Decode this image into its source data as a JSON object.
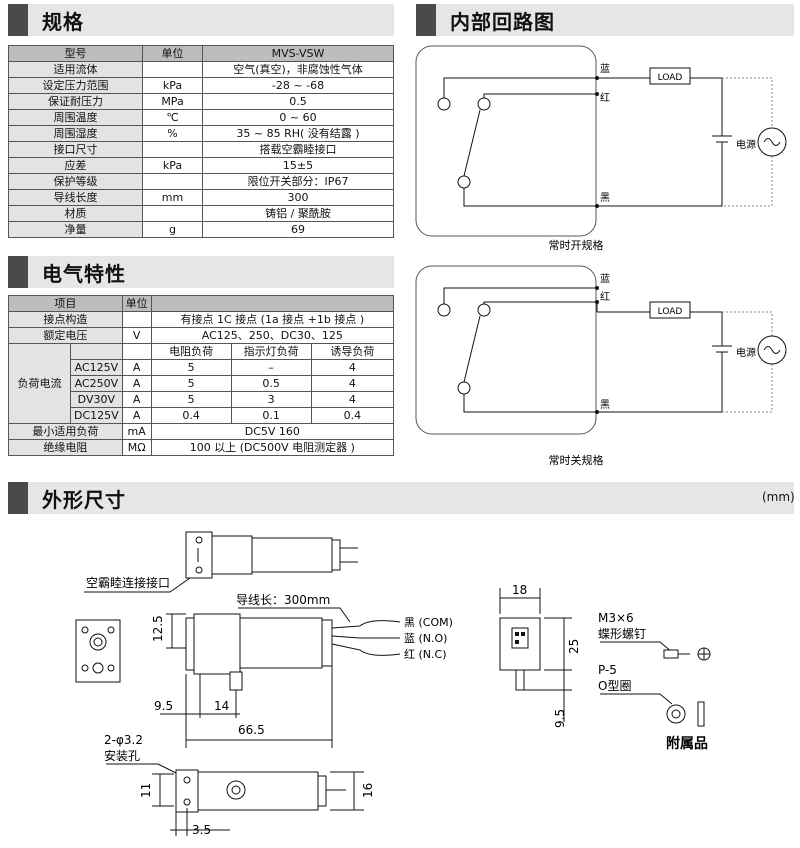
{
  "sections": {
    "spec": "规格",
    "circuit": "内部回路图",
    "electrical": "电气特性",
    "dimensions": "外形尺寸"
  },
  "unit_mm": "(mm)",
  "spec_table": {
    "header": [
      "型号",
      "单位",
      "MVS-VSW"
    ],
    "rows": [
      [
        "适用流体",
        "",
        "空气(真空)，非腐蚀性气体"
      ],
      [
        "设定压力范围",
        "kPa",
        "-28 ~ -68"
      ],
      [
        "保证耐压力",
        "MPa",
        "0.5"
      ],
      [
        "周围温度",
        "℃",
        "0 ~ 60"
      ],
      [
        "周围湿度",
        "%",
        "35 ~ 85   RH( 没有结露 )"
      ],
      [
        "接口尺寸",
        "",
        "搭载空霸睦接口"
      ],
      [
        "应差",
        "kPa",
        "15±5"
      ],
      [
        "保护等级",
        "",
        "限位开关部分：IP67"
      ],
      [
        "导线长度",
        "mm",
        "300"
      ],
      [
        "材质",
        "",
        "铸铝 / 聚酰胺"
      ],
      [
        "净量",
        "g",
        "69"
      ]
    ]
  },
  "elec_table": {
    "header": [
      "项目",
      "单位",
      ""
    ],
    "contact": [
      "接点构造",
      "",
      "有接点 1C 接点 (1a 接点 +1b 接点 )"
    ],
    "voltage": [
      "额定电压",
      "V",
      "AC125、250、DC30、125"
    ],
    "load_types": [
      "电阻负荷",
      "指示灯负荷",
      "诱导负荷"
    ],
    "current_label": "负荷电流",
    "current_rows": [
      [
        "AC125V",
        "A",
        "5",
        "–",
        "4"
      ],
      [
        "AC250V",
        "A",
        "5",
        "0.5",
        "4"
      ],
      [
        "DV30V",
        "A",
        "5",
        "3",
        "4"
      ],
      [
        "DC125V",
        "A",
        "0.4",
        "0.1",
        "0.4"
      ]
    ],
    "min_load": [
      "最小适用负荷",
      "mA",
      "DC5V 160"
    ],
    "insulation": [
      "绝缘电阻",
      "MΩ",
      "100 以上 (DC500V 电阻测定器 )"
    ]
  },
  "circuit_no": {
    "wire_blue": "蓝",
    "wire_red": "红",
    "wire_black": "黑",
    "load": "LOAD",
    "power": "电源",
    "caption": "常时开规格"
  },
  "circuit_nc": {
    "wire_blue": "蓝",
    "wire_red": "红",
    "wire_black": "黑",
    "load": "LOAD",
    "power": "电源",
    "caption": "常时关规格"
  },
  "dims": {
    "connector_label": "空霸睦连接接口",
    "lead_label": "导线长：300mm",
    "wire_black": "黑 (COM)",
    "wire_blue": "蓝  (N.O)",
    "wire_red": "红  (N.C)",
    "d_12_5": "12.5",
    "d_9_5": "9.5",
    "d_14": "14",
    "d_66_5": "66.5",
    "d_18": "18",
    "d_25": "25",
    "d_9_5b": "9.5",
    "hole_label": "2-φ3.2",
    "hole_label2": "安装孔",
    "d_11": "11",
    "d_16": "16",
    "d_3_5": "3.5",
    "screw_label": "M3×6",
    "screw_label2": "蝶形螺钉",
    "oring_label": "P-5",
    "oring_label2": "O型圈",
    "accessory": "附属品"
  }
}
